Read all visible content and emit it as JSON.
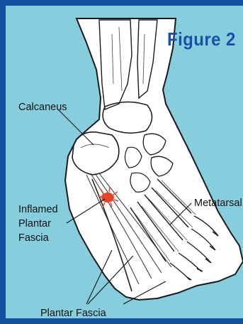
{
  "figure": {
    "title": "Figure 2",
    "labels": {
      "calcaneus": "Calcaneus",
      "metatarsal": "Metatarsal",
      "inflamed": [
        "Inflamed",
        "Plantar",
        "Fascia"
      ],
      "plantar_fascia": "Plantar Fascia"
    }
  },
  "colors": {
    "border": "#1550a0",
    "background": "#86cede",
    "bone": "#ffffff",
    "outline": "#1a1a1a",
    "inflammation": "#e8442a",
    "title": "#1c50a8"
  }
}
